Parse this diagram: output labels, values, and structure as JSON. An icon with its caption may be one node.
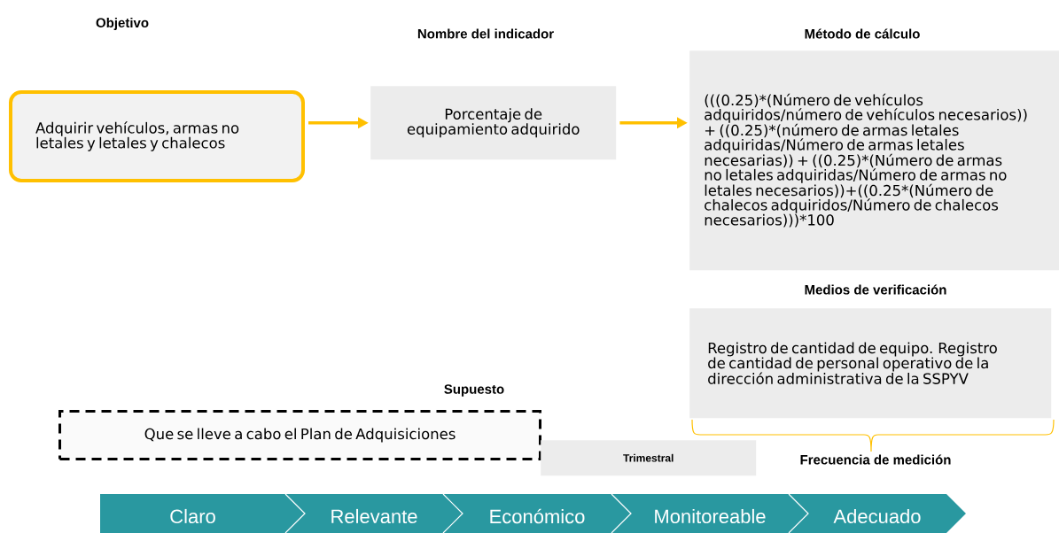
{
  "diagram": {
    "nodes": [
      {
        "text": [
          "Objetivo",
          "Adquirir vehículos, armas no letales y letales y chalecos"
        ]
      },
      {
        "text": [
          "Nombre del indicador",
          "Porcentaje de equipamiento adquirido"
        ]
      },
      {
        "text": [
          "Método de cálculo",
          "(((0.25)*(Número de vehículos adquiridos/número de vehículos necesarios)) + ((0.25)*(número de armas letales adquiridas/Número de armas letales necesarias)) + ((0.25)*(Número de armas no letales adquiridas/Número de armas no letales necesarios))+((0.25*(Número de chalecos adquiridos/Número de chalecos necesarios)))*100"
        ]
      },
      {
        "text": [
          "Medios de verificación",
          "Registro de cantidad de equipo. Registro de cantidad de personal operativo de la dirección administrativa de la SSPYV"
        ]
      },
      {
        "text": [
          "Supuesto",
          "Que se lleve a cabo el Plan de Adquisiciones"
        ]
      },
      {
        "text": [
          "Trimestral"
        ],
        "beside": [
          "Frecuencia de medición"
        ]
      },
      {
        "text": [
          "Claro"
        ]
      },
      {
        "text": [
          "Relevante"
        ]
      },
      {
        "text": [
          "Económico"
        ]
      },
      {
        "text": [
          "Monitoreable"
        ]
      },
      {
        "text": [
          "Adecuado"
        ]
      }
    ],
    "edges": [
      {
        "from": 0,
        "to": 1,
        "arrow": "to"
      },
      {
        "from": 1,
        "to": 2,
        "arrow": "to"
      }
    ]
  }
}
